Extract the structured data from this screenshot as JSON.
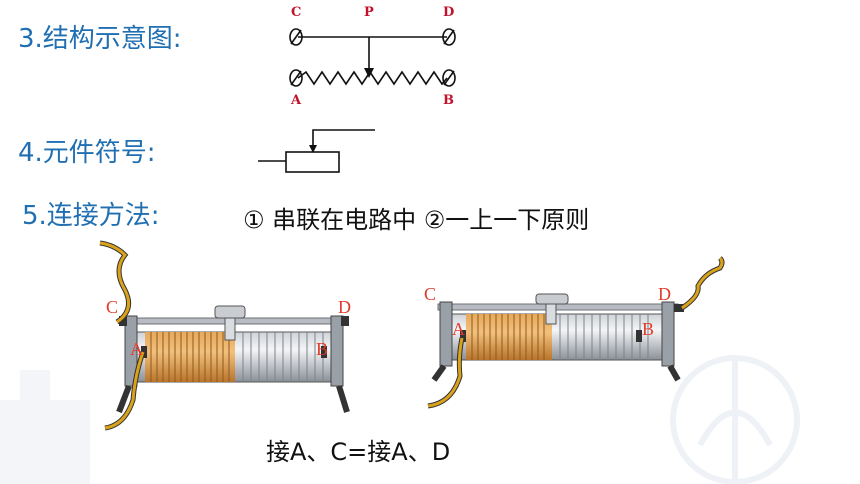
{
  "headings": {
    "structure": "3.结构示意图:",
    "symbol": "4.元件符号:",
    "method": "5.连接方法:"
  },
  "method_text": "① 串联在电路中 ②一上一下原则",
  "schematic_labels": {
    "c": "C",
    "p": "P",
    "d": "D",
    "a": "A",
    "b": "B"
  },
  "rheostat_left_labels": {
    "c": "C",
    "d": "D",
    "a": "A",
    "b": "B"
  },
  "rheostat_right_labels": {
    "c": "C",
    "d": "D",
    "a": "A",
    "b": "B"
  },
  "caption": "接A、C=接A、D",
  "colors": {
    "heading": "#1f6fb2",
    "terminal_label": "#c0122b",
    "rheostat_label": "#e23a2a",
    "coil_active": "#d6893a",
    "wire": "#d9a21a",
    "coil_inactive": "#9fa4ab"
  }
}
